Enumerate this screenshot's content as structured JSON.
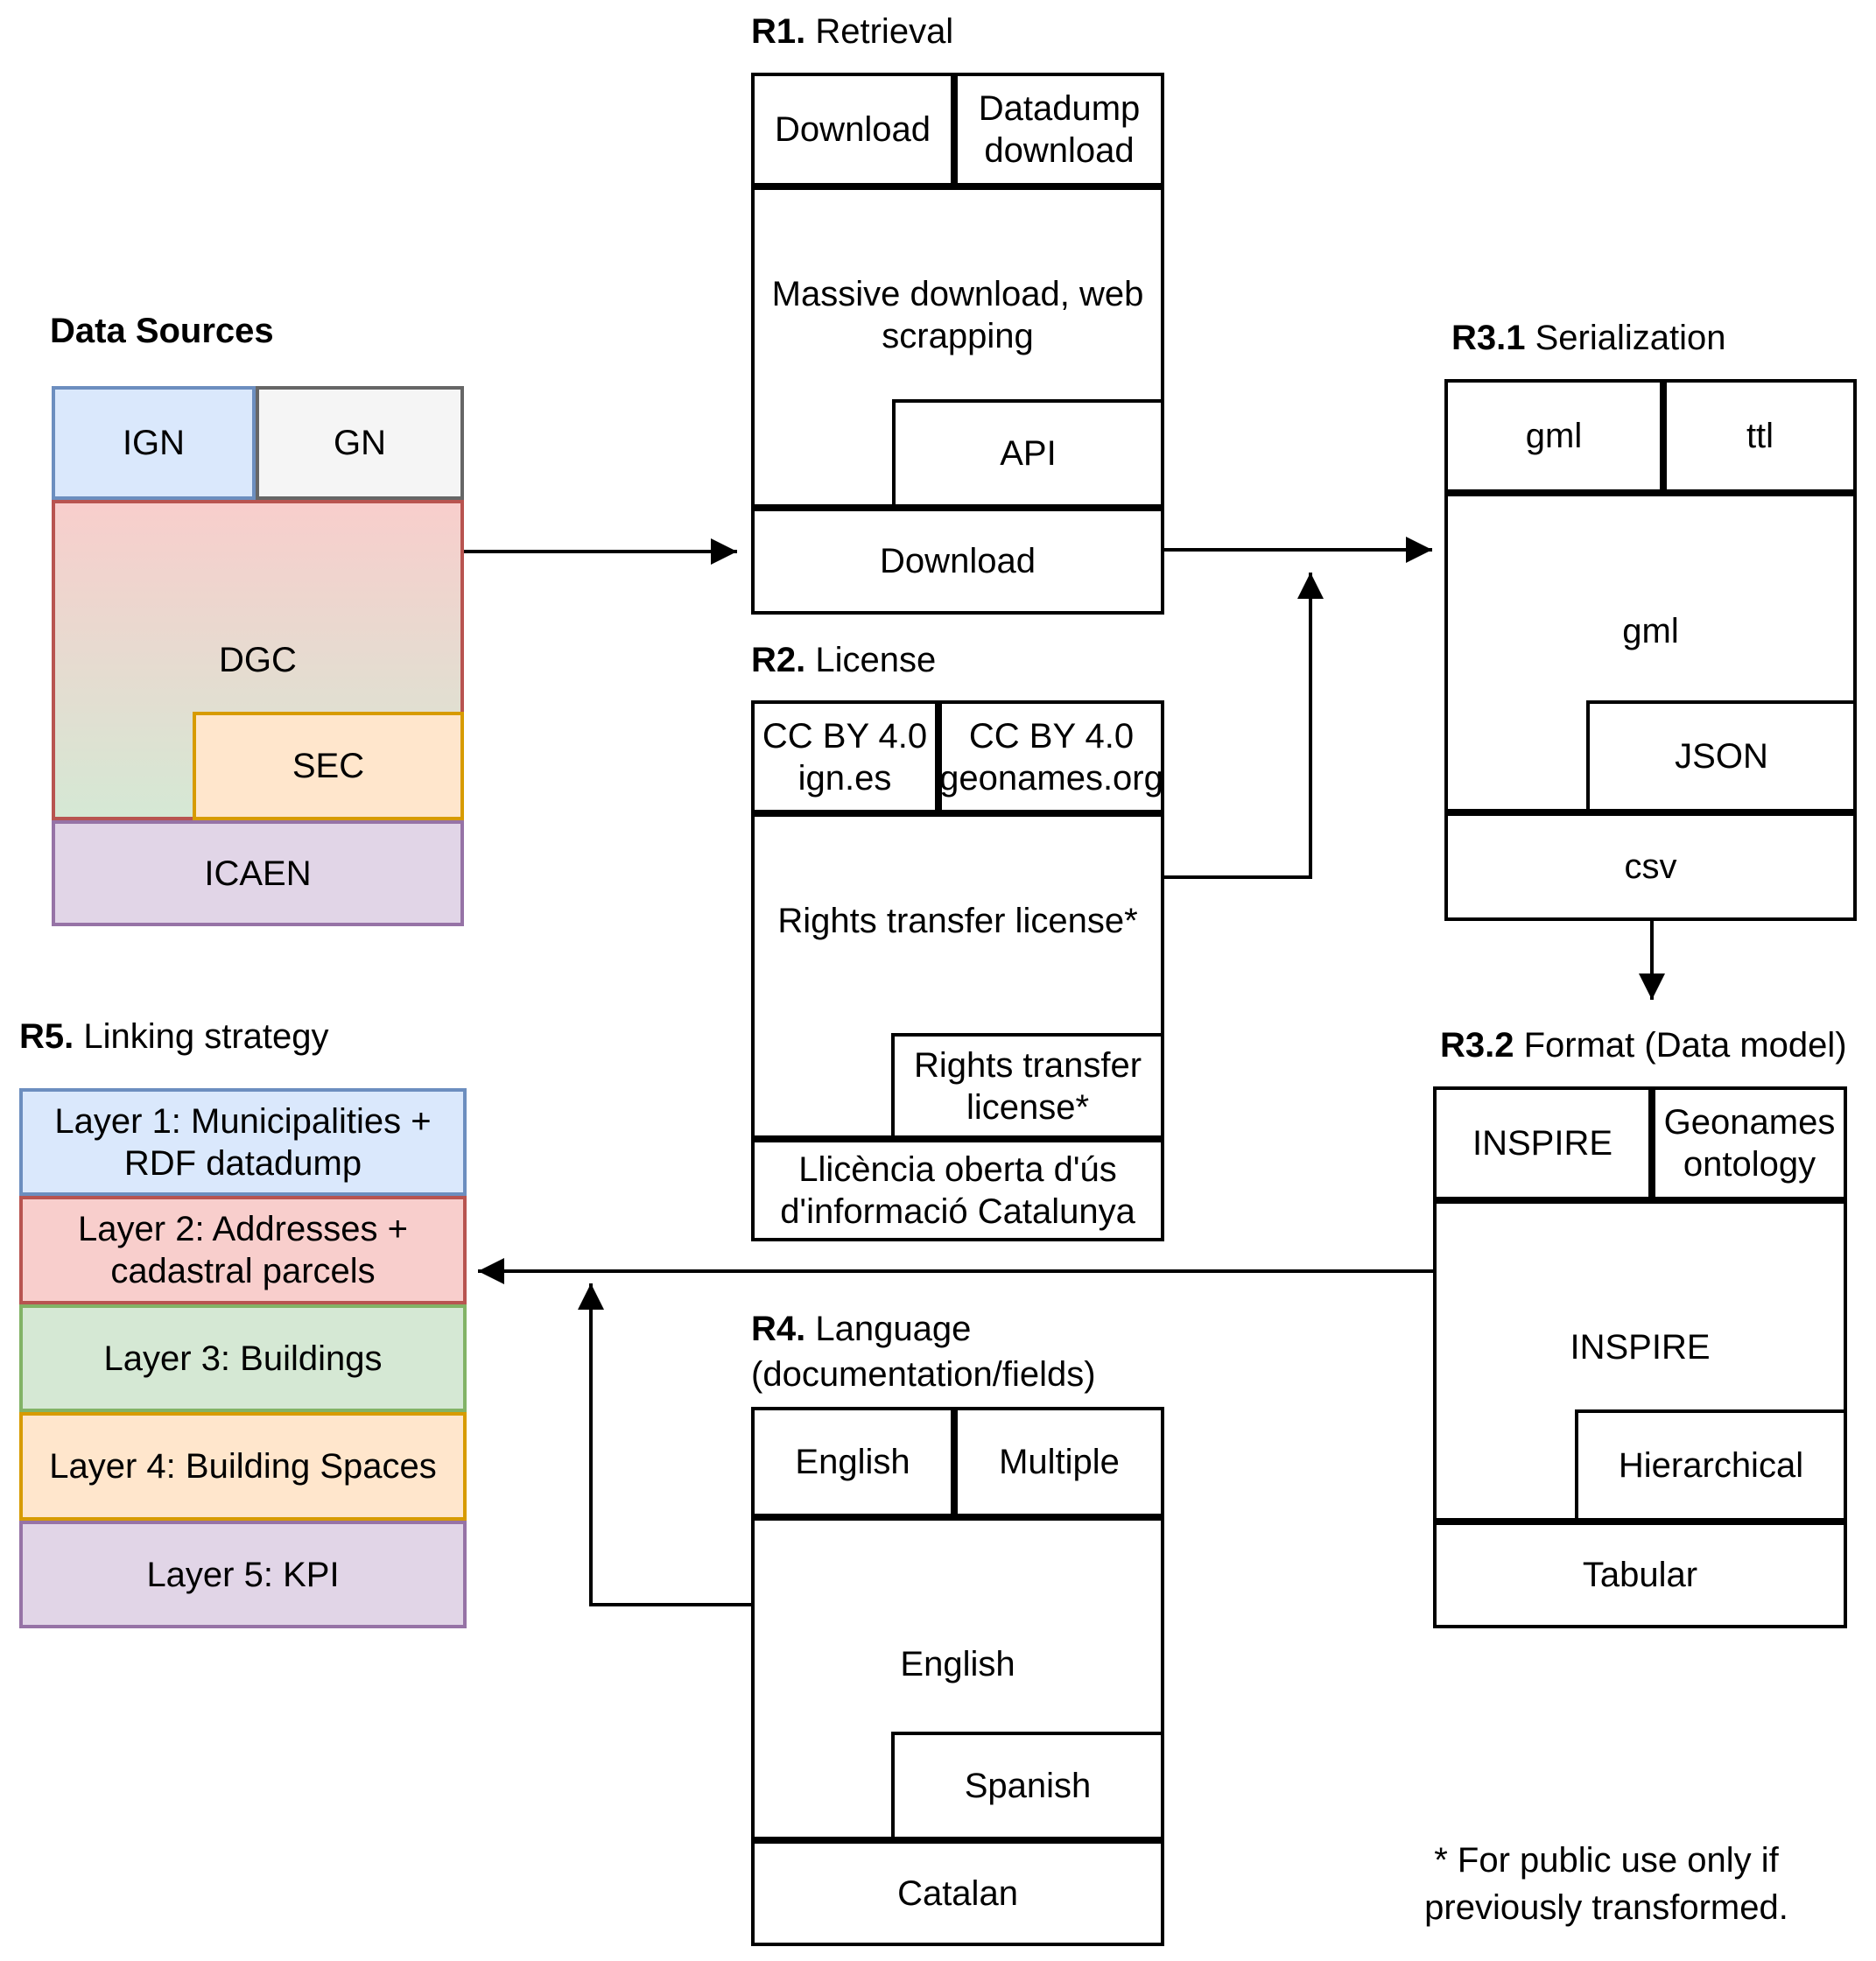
{
  "colors": {
    "blue_fill": "#dae8fc",
    "blue_stroke": "#6c8ebf",
    "gray_fill": "#f5f5f5",
    "gray_stroke": "#666666",
    "red_fill": "#f8cecc",
    "red_stroke": "#b85450",
    "green_fill": "#d5e8d4",
    "green_stroke": "#82b366",
    "orange_fill": "#ffe6cc",
    "orange_stroke": "#d79b00",
    "purple_fill": "#e1d5e7",
    "purple_stroke": "#9673a6",
    "box_stroke": "#000000"
  },
  "data_sources": {
    "title": "Data Sources",
    "cells": {
      "ign": "IGN",
      "gn": "GN",
      "dgc": "DGC",
      "sec": "SEC",
      "icaen": "ICAEN"
    }
  },
  "r1": {
    "title_prefix": "R1.",
    "title_suffix": " Retrieval",
    "cells": {
      "download_top": "Download",
      "datadump_download": "Datadump download",
      "massive_download": "Massive download, web scrapping",
      "api": "API",
      "download_bottom": "Download"
    }
  },
  "r2": {
    "title_prefix": "R2.",
    "title_suffix": " License",
    "cells": {
      "cc_by_ign": "CC BY 4.0 ign.es",
      "cc_by_geonames": "CC BY 4.0 geonames.org",
      "rights_transfer_big": "Rights transfer license*",
      "rights_transfer_small": "Rights transfer license*",
      "llicencia": "Llicència oberta d'ús d'informació Catalunya"
    }
  },
  "r31": {
    "title_prefix": "R3.1",
    "title_suffix": " Serialization",
    "cells": {
      "gml_top": "gml",
      "ttl": "ttl",
      "gml_big": "gml",
      "json": "JSON",
      "csv": "csv"
    }
  },
  "r32": {
    "title_prefix": "R3.2",
    "title_suffix": " Format (Data model)",
    "cells": {
      "inspire_top": "INSPIRE",
      "geonames_ontology": "Geonames ontology",
      "inspire_big": "INSPIRE",
      "hierarchical": "Hierarchical",
      "tabular": "Tabular"
    }
  },
  "r4": {
    "title_prefix": "R4.",
    "title_suffix": " Language",
    "title_line2": "(documentation/fields)",
    "cells": {
      "english_top": "English",
      "multiple": "Multiple",
      "english_big": "English",
      "spanish": "Spanish",
      "catalan": "Catalan"
    }
  },
  "r5": {
    "title_prefix": "R5.",
    "title_suffix": " Linking strategy",
    "layers": [
      "Layer 1: Municipalities + RDF datadump",
      "Layer 2: Addresses + cadastral parcels",
      "Layer 3: Buildings",
      "Layer 4: Building Spaces",
      "Layer 5: KPI"
    ]
  },
  "footnote": "* For public use only if previously transformed."
}
